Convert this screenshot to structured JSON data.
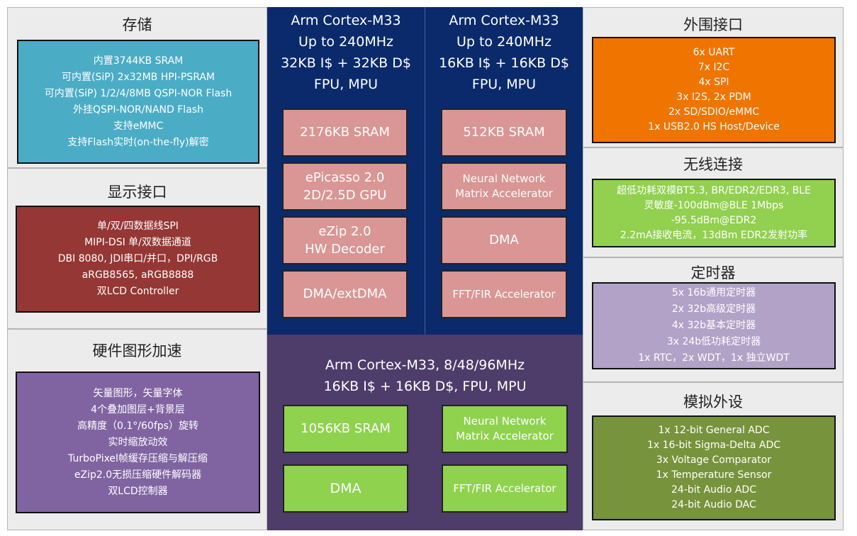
{
  "left": {
    "storage": {
      "title": "存储",
      "lines": [
        "内置3744KB SRAM",
        "可内置(SiP) 2x32MB HPI-PSRAM",
        "可内置(SiP) 1/2/4/8MB QSPI-NOR Flash",
        "外挂QSPI-NOR/NAND Flash",
        "支持eMMC",
        "支持Flash实时(on-the-fly)解密"
      ],
      "color": "#4bacc6"
    },
    "display": {
      "title": "显示接口",
      "lines": [
        "单/双/四数据线SPI",
        "MIPI-DSI 单/双数据通道",
        "DBI 8080, JDI串口/并口，DPI/RGB",
        "aRGB8565, aRGB8888",
        "双LCD Controller"
      ],
      "color": "#953734"
    },
    "graphics": {
      "title": "硬件图形加速",
      "lines": [
        "矢量图形，矢量字体",
        "4个叠加图层+背景层",
        "高精度（0.1°/60fps）旋转",
        "实时缩放动效",
        "TurboPixel帧缓存压缩与解压缩",
        "eZip2.0无损压缩硬件解码器",
        "双LCD控制器"
      ],
      "color": "#8064a2"
    }
  },
  "right": {
    "peripherals": {
      "title": "外围接口",
      "lines": [
        "6x UART",
        "7x I2C",
        "4x SPI",
        "3x I2S, 2x PDM",
        "2x SD/SDIO/eMMC",
        "1x USB2.0 HS Host/Device"
      ],
      "color": "#f07400"
    },
    "wireless": {
      "title": "无线连接",
      "lines": [
        "超低功耗双模BT5.3, BR/EDR2/EDR3, BLE",
        "灵敏度-100dBm@BLE 1Mbps",
        "-95.5dBm@EDR2",
        "2.2mA接收电流，13dBm EDR2发射功率"
      ],
      "color": "#92d050"
    },
    "timers": {
      "title": "定时器",
      "lines": [
        "5x 16b通用定时器",
        "2x 32b高级定时器",
        "4x 32b基本定时器",
        "3x 24b低功耗定时器",
        "1x RTC，2x WDT，1x 独立WDT"
      ],
      "color": "#b3a2c7"
    },
    "analog": {
      "title": "模拟外设",
      "lines": [
        "1x 12-bit General ADC",
        "1x 16-bit Sigma-Delta ADC",
        "3x Voltage Comparator",
        "1x Temperature Sensor",
        "24-bit Audio ADC",
        "24-bit Audio DAC"
      ],
      "color": "#77933c"
    }
  },
  "center": {
    "core1": {
      "lines": [
        "Arm Cortex-M33",
        "Up to 240MHz",
        "32KB I$ + 32KB D$",
        "FPU, MPU"
      ],
      "blocks": [
        [
          "2176KB SRAM"
        ],
        [
          "ePicasso 2.0",
          "2D/2.5D GPU"
        ],
        [
          "eZip 2.0",
          "HW Decoder"
        ],
        [
          "DMA/extDMA"
        ]
      ],
      "color": "#0b2a6b"
    },
    "core2": {
      "lines": [
        "Arm Cortex-M33",
        "Up to 240MHz",
        "16KB I$ + 16KB D$",
        "FPU, MPU"
      ],
      "blocks": [
        [
          "512KB SRAM"
        ],
        [
          "Neural Network",
          "Matrix Accelerator"
        ],
        [
          "DMA"
        ],
        [
          "FFT/FIR Accelerator"
        ]
      ],
      "color": "#0b2a6b"
    },
    "core3": {
      "lines": [
        "Arm Cortex-M33, 8/48/96MHz",
        "16KB I$ + 16KB D$, FPU, MPU"
      ],
      "blocks": [
        [
          "1056KB SRAM"
        ],
        [
          "Neural Network",
          "Matrix Accelerator"
        ],
        [
          "DMA"
        ],
        [
          "FFT/FIR Accelerator"
        ]
      ],
      "color": "#4e3c6a"
    }
  }
}
